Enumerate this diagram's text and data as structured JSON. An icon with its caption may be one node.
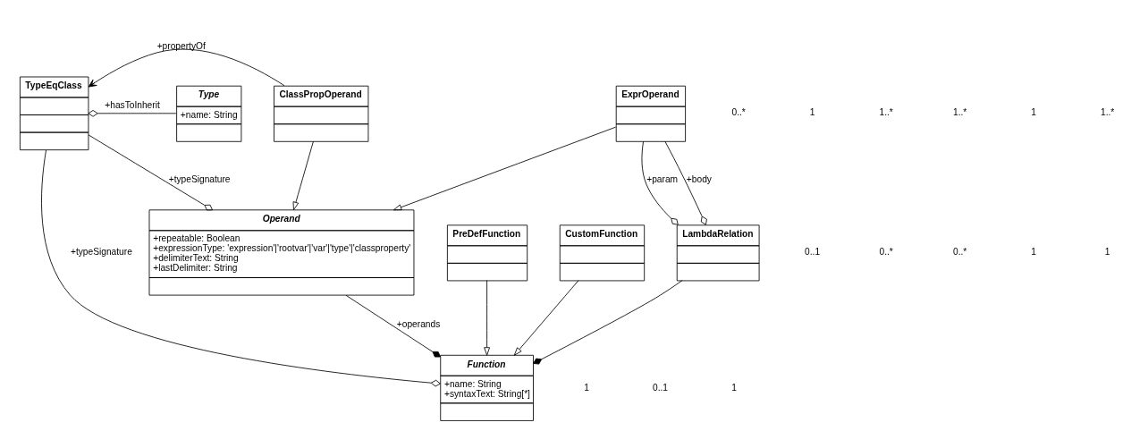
{
  "diagram": {
    "nodes": [
      {
        "text": [
          "TypeEqClass"
        ]
      },
      {
        "text": [
          "Type",
          "+name: String"
        ]
      },
      {
        "text": [
          "Operand",
          "+repeatable: Boolean",
          "+expressionType: 'expression'|'rootvar'|'var'|'type'|'classproperty'",
          "+delimiterText: String",
          "+lastDelimiter: String"
        ]
      },
      {
        "text": [
          "Function",
          "+name: String",
          "+syntaxText: String[*]"
        ]
      },
      {
        "text": [
          "PreDefFunction"
        ]
      },
      {
        "text": [
          "CustomFunction"
        ]
      },
      {
        "text": [
          "LambdaRelation"
        ]
      },
      {
        "text": [
          "ExprOperand"
        ]
      },
      {
        "text": [
          "ClassPropOperand"
        ]
      }
    ],
    "edges": [
      {
        "from": 1,
        "to": 0,
        "arrow": "other",
        "label": "+hasToInherit"
      },
      {
        "from": 0,
        "to": 2,
        "arrow": "other",
        "label": "+typeSignature"
      },
      {
        "from": 0,
        "to": 3,
        "arrow": "other",
        "label": "+typeSignature"
      },
      {
        "from": 2,
        "to": 3,
        "arrow": "other",
        "label": "+operands"
      },
      {
        "from": 6,
        "to": 3,
        "arrow": "other"
      },
      {
        "from": 4,
        "to": 3,
        "arrow": "to"
      },
      {
        "from": 5,
        "to": 3,
        "arrow": "to"
      },
      {
        "from": 7,
        "to": 6,
        "arrow": "other",
        "label": "+param"
      },
      {
        "from": 7,
        "to": 6,
        "arrow": "other",
        "label": "+body"
      },
      {
        "from": 7,
        "to": 2,
        "arrow": "to"
      },
      {
        "from": 8,
        "to": 2,
        "arrow": "to"
      },
      {
        "from": 8,
        "to": 0,
        "arrow": "to",
        "label": "+propertyOf"
      }
    ],
    "labels": [
      "0..*",
      "1",
      "1..*",
      "1..*",
      "0..1",
      "0..*",
      "1",
      "0..1",
      "1",
      "0..*",
      "1",
      "1",
      "1",
      "1..*"
    ]
  }
}
